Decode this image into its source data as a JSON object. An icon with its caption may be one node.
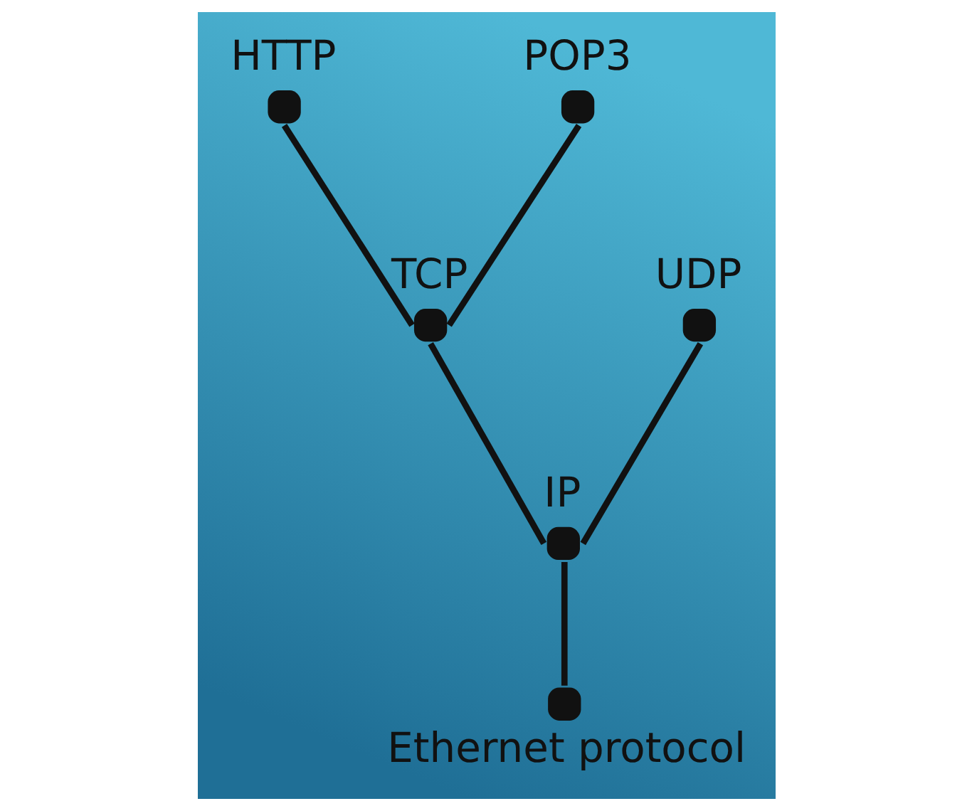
{
  "diagram": {
    "nodes": [
      {
        "text": [],
        "shape": "circle",
        "beside": [
          "HTTP"
        ]
      },
      {
        "text": [],
        "shape": "circle",
        "beside": [
          "POP3"
        ]
      },
      {
        "text": [],
        "shape": "circle",
        "beside": [
          "TCP"
        ]
      },
      {
        "text": [],
        "shape": "circle",
        "beside": [
          "UDP"
        ]
      },
      {
        "text": [],
        "shape": "circle",
        "beside": [
          "IP"
        ]
      },
      {
        "text": [],
        "shape": "circle",
        "beside": [
          "Ethernet protocol"
        ]
      }
    ],
    "edges": [
      {
        "from": 5,
        "to": 4,
        "arrow": "none"
      },
      {
        "from": 4,
        "to": 2,
        "arrow": "none"
      },
      {
        "from": 4,
        "to": 3,
        "arrow": "none"
      },
      {
        "from": 2,
        "to": 0,
        "arrow": "none"
      },
      {
        "from": 2,
        "to": 1,
        "arrow": "none"
      }
    ]
  }
}
